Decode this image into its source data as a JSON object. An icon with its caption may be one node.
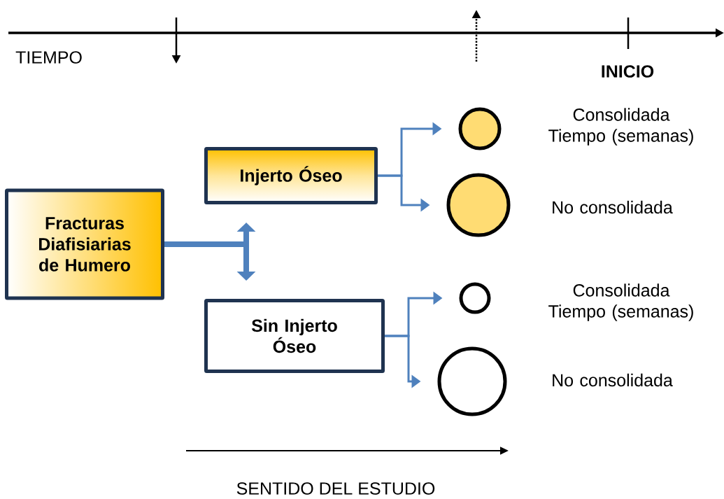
{
  "diagram": {
    "nodes": [
      {
        "text": [
          "Fracturas Diafisiarias de Humero"
        ]
      },
      {
        "text": [
          "Injerto Óseo"
        ]
      },
      {
        "text": [
          "Sin Injerto Óseo"
        ]
      },
      {
        "text": [],
        "shape": "circle",
        "beside": [
          "Consolidada Tiempo (semanas)"
        ]
      },
      {
        "text": [],
        "shape": "circle",
        "beside": [
          "No consolidada"
        ]
      },
      {
        "text": [],
        "shape": "circle",
        "beside": [
          "Consolidada Tiempo (semanas)"
        ]
      },
      {
        "text": [],
        "shape": "circle",
        "beside": [
          "No consolidada"
        ]
      }
    ],
    "edges": [
      {
        "from": 0,
        "to": 1,
        "arrow": "to",
        "style": "thick"
      },
      {
        "from": 0,
        "to": 2,
        "arrow": "to",
        "style": "thick"
      },
      {
        "from": 1,
        "to": 3,
        "arrow": "to"
      },
      {
        "from": 1,
        "to": 4,
        "arrow": "to"
      },
      {
        "from": 2,
        "to": 5,
        "arrow": "to"
      },
      {
        "from": 2,
        "to": 6,
        "arrow": "to"
      }
    ],
    "labels": [
      "TIEMPO",
      "INICIO",
      "SENTIDO DEL ESTUDIO"
    ]
  }
}
